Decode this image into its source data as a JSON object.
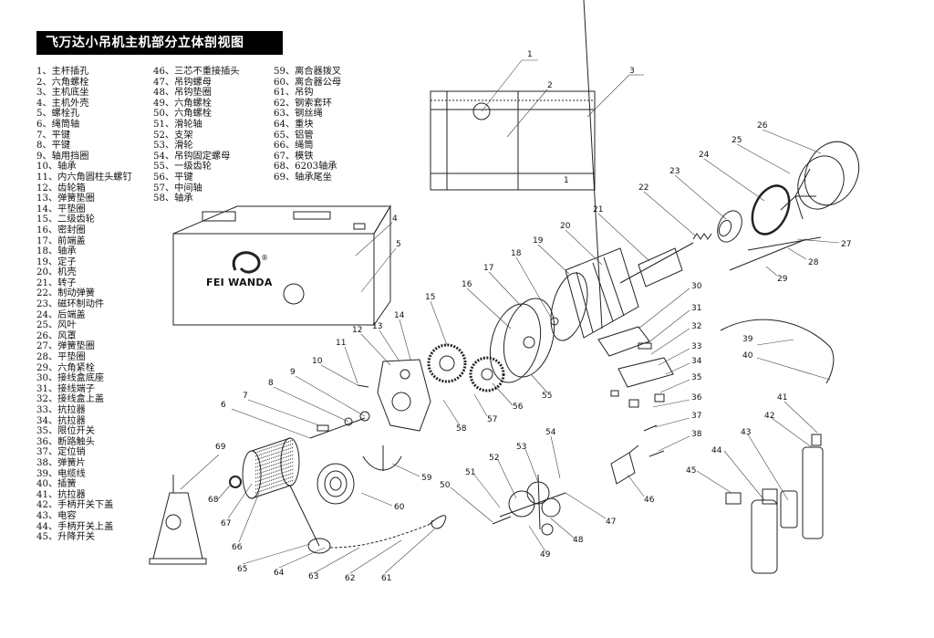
{
  "title": "飞万达小吊机主机部分立体剖视图",
  "brand": {
    "name": "FEI WANDA",
    "mark": "®"
  },
  "parts_col1": [
    "1、主杆插孔",
    "2、六角螺栓",
    "3、主机底坐",
    "4、主机外壳",
    "5、螺栓孔",
    "6、绳筒轴",
    "7、平键",
    "8、平键",
    "9、轴用挡圈",
    "10、轴承",
    "11、内六角圆柱头螺钉",
    "12、齿轮箱",
    "13、弹簧垫圈",
    "14、平垫圈",
    "15、二级齿轮",
    "16、密封圈",
    "17、前端盖",
    "18、轴承",
    "19、定子",
    "20、机壳",
    "21、转子",
    "22、制动弹簧",
    "23、磁环制动件",
    "24、后端盖",
    "25、风叶",
    "26、风罩",
    "27、弹簧垫圈",
    "28、平垫圈",
    "29、六角紧栓",
    "30、接线盒底座",
    "31、接线端子",
    "32、接线盒上盖",
    "33、抗拉器",
    "34、抗拉器",
    "35、限位开关",
    "36、断路触头",
    "37、定位销",
    "38、弹簧片",
    "39、电缆线",
    "40、插簧",
    "41、抗拉器",
    "42、手柄开关下盖",
    "43、电容",
    "44、手柄开关上盖",
    "45、升降开关"
  ],
  "parts_col2": [
    "46、三芯不重接插头",
    "47、吊钩螺母",
    "48、吊钩垫圈",
    "49、六角螺栓",
    "50、六角螺栓",
    "51、滑轮轴",
    "52、支架",
    "53、滑轮",
    "54、吊钩固定螺母",
    "55、一级齿轮",
    "56、平键",
    "57、中间轴",
    "58、轴承"
  ],
  "parts_col3": [
    "59、离合器拨叉",
    "60、离合器公母",
    "61、吊钩",
    "62、钢索套环",
    "63、钢丝绳",
    "64、重块",
    "65、铝管",
    "66、绳筒",
    "67、模铁",
    "68、6203轴承",
    "69、轴承尾坐"
  ],
  "callouts": [
    "1",
    "2",
    "3",
    "4",
    "5",
    "6",
    "7",
    "8",
    "9",
    "10",
    "11",
    "12",
    "13",
    "14",
    "15",
    "16",
    "17",
    "18",
    "19",
    "20",
    "21",
    "22",
    "23",
    "24",
    "25",
    "26",
    "27",
    "28",
    "29",
    "30",
    "31",
    "32",
    "33",
    "34",
    "35",
    "36",
    "37",
    "38",
    "39",
    "40",
    "41",
    "42",
    "43",
    "44",
    "45",
    "46",
    "47",
    "48",
    "49",
    "50",
    "51",
    "52",
    "53",
    "54",
    "55",
    "56",
    "57",
    "58",
    "59",
    "60",
    "61",
    "62",
    "63",
    "64",
    "65",
    "66",
    "67",
    "68",
    "69"
  ],
  "base_label": "1"
}
